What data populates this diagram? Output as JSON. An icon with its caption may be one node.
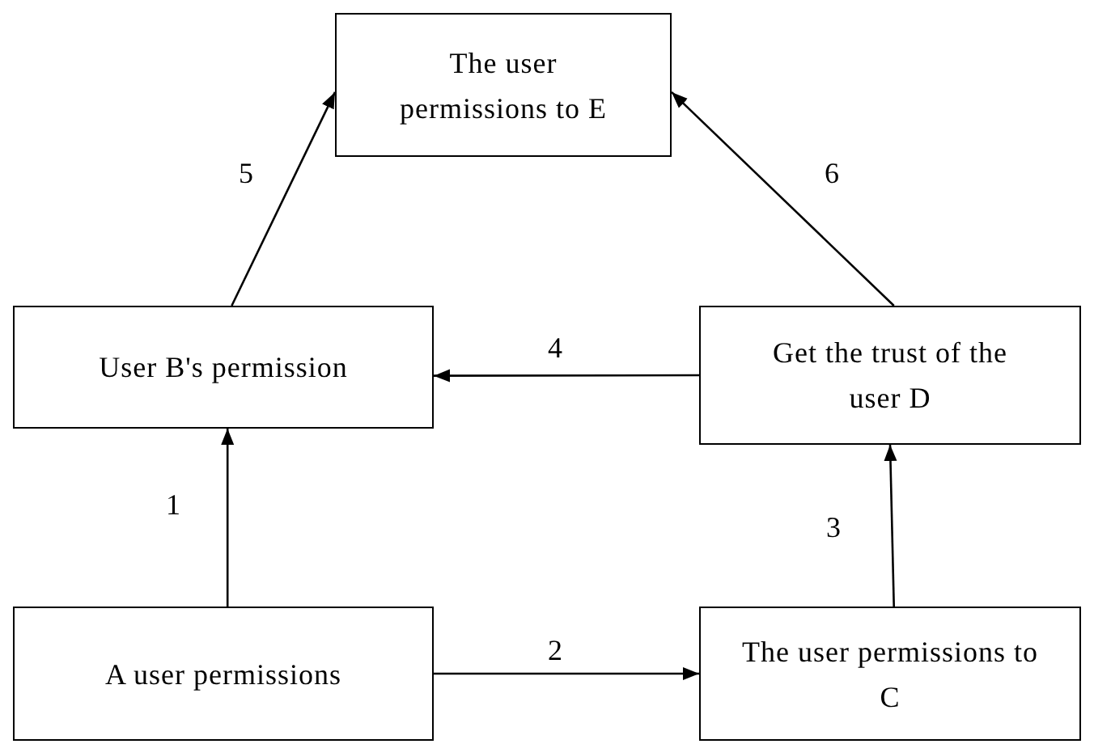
{
  "diagram": {
    "nodes": [
      {
        "text": [
          "The user permissions to E"
        ]
      },
      {
        "text": [
          "User B's permission"
        ]
      },
      {
        "text": [
          "Get the trust of the user D"
        ]
      },
      {
        "text": [
          "A user permissions"
        ]
      },
      {
        "text": [
          "The user permissions to C"
        ]
      }
    ],
    "edges": [
      {
        "from": 1,
        "to": 0,
        "arrow": "to",
        "label": "5"
      },
      {
        "from": 2,
        "to": 0,
        "arrow": "to",
        "label": "6"
      },
      {
        "from": 2,
        "to": 1,
        "arrow": "to",
        "label": "4"
      },
      {
        "from": 3,
        "to": 1,
        "arrow": "to",
        "label": "1"
      },
      {
        "from": 3,
        "to": 4,
        "arrow": "to",
        "label": "2"
      },
      {
        "from": 4,
        "to": 2,
        "arrow": "to",
        "label": "3"
      }
    ]
  }
}
